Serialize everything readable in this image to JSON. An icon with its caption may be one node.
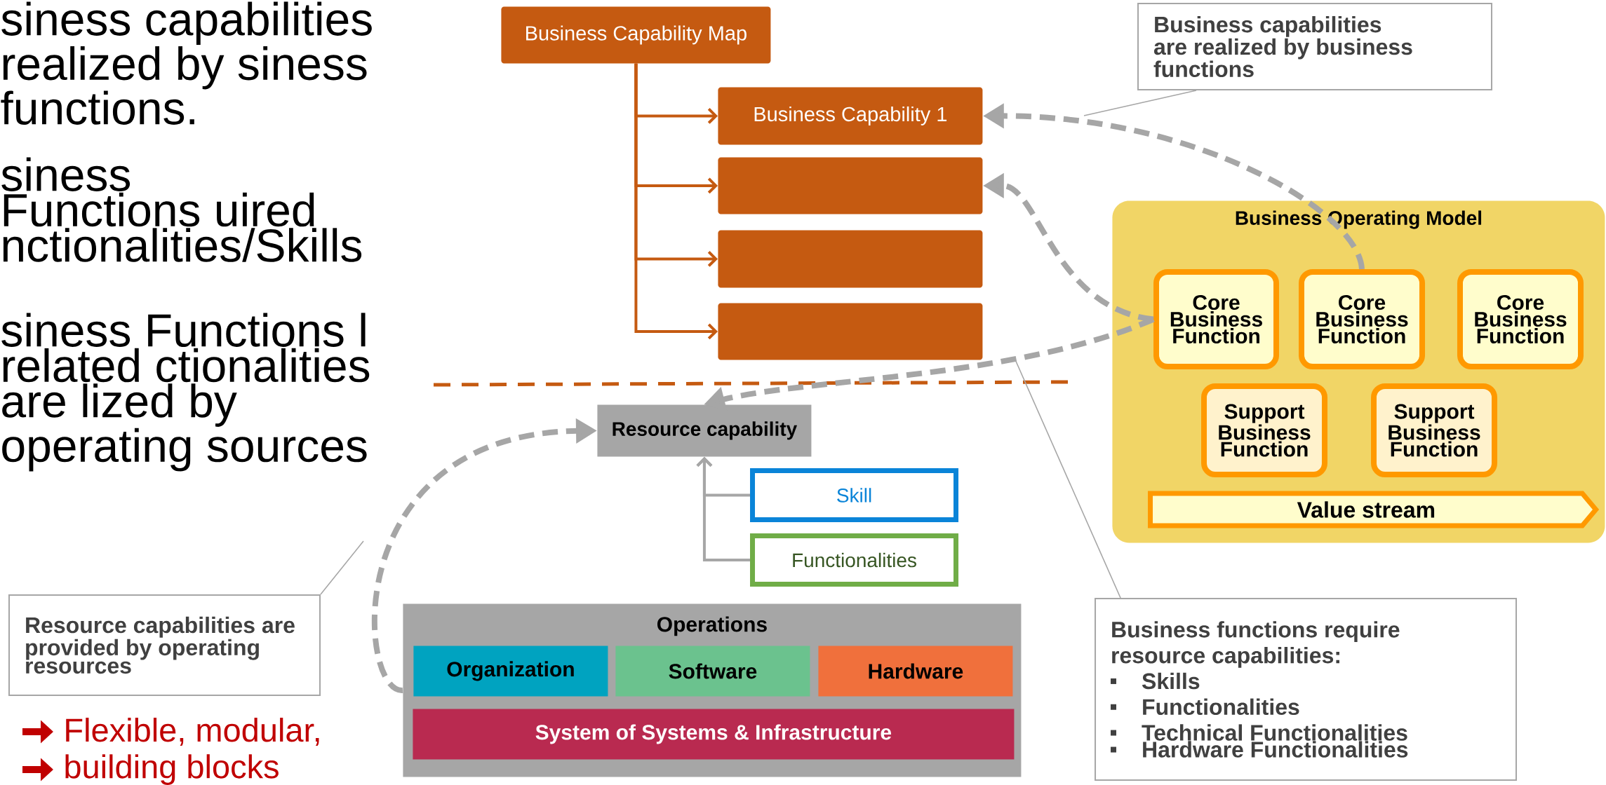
{
  "diagram": {
    "nodes": [
      {
        "text": [
          "Business Capability Map"
        ]
      },
      {
        "text": [
          "Business Capability 1"
        ]
      },
      {
        "text": [],
        "shape": "box"
      },
      {
        "text": [],
        "shape": "box"
      },
      {
        "text": [],
        "shape": "box"
      },
      {
        "text": [
          "Resource capability"
        ]
      },
      {
        "text": [
          "Skill"
        ]
      },
      {
        "text": [
          "Functionalities"
        ]
      },
      {
        "text": [
          "Operations"
        ]
      },
      {
        "text": [
          "Organization"
        ],
        "in": 8
      },
      {
        "text": [
          "Software"
        ],
        "in": 8
      },
      {
        "text": [
          "Hardware"
        ],
        "in": 8
      },
      {
        "text": [
          "System of Systems & Infrastructure"
        ],
        "in": 8
      },
      {
        "text": [
          "Business Operating Model"
        ]
      },
      {
        "text": [
          "Core Business Function"
        ],
        "in": 13
      },
      {
        "text": [
          "Core Business Function"
        ],
        "in": 13
      },
      {
        "text": [
          "Core Business Function"
        ],
        "in": 13
      },
      {
        "text": [
          "Support Business Function"
        ],
        "in": 13
      },
      {
        "text": [
          "Support Business Function"
        ],
        "in": 13
      },
      {
        "text": [
          "Value stream"
        ],
        "in": 13
      },
      {
        "text": [
          "Business capabilities are realized by business functions"
        ]
      },
      {
        "text": [
          "Resource capabilities are provided by operating resources"
        ]
      },
      {
        "text": [
          "Business functions require resource capabilities:",
          "Skills",
          "Functionalities",
          "Technical Functionalities",
          "Hardware Functionalities"
        ]
      }
    ],
    "edges": [
      {
        "from": 0,
        "to": 1,
        "arrow": "to",
        "color": "#c55a11"
      },
      {
        "from": 0,
        "to": 2,
        "arrow": "to",
        "color": "#c55a11"
      },
      {
        "from": 0,
        "to": 3,
        "arrow": "to",
        "color": "#c55a11"
      },
      {
        "from": 0,
        "to": 4,
        "arrow": "to",
        "color": "#c55a11"
      },
      {
        "from": 15,
        "to": 1,
        "arrow": "to",
        "style": "dashed"
      },
      {
        "from": 14,
        "to": 2,
        "arrow": "to",
        "style": "dashed"
      },
      {
        "from": 14,
        "to": 5,
        "arrow": "to",
        "style": "dashed"
      },
      {
        "from": 8,
        "to": 5,
        "arrow": "to",
        "style": "dashed"
      },
      {
        "from": 6,
        "to": 5,
        "arrow": "to"
      },
      {
        "from": 7,
        "to": 5,
        "arrow": "to"
      },
      {
        "from": 20,
        "to": null,
        "arrow": "none"
      },
      {
        "from": 21,
        "to": null,
        "arrow": "none"
      },
      {
        "from": 22,
        "to": null,
        "arrow": "none"
      }
    ],
    "labels": [
      "siness capabilities realized by siness functions.",
      "siness Functions uired nctionalities/Skills",
      "siness Functions l related ctionalities are lized by operating sources",
      "Flexible, modular,",
      "building blocks"
    ]
  }
}
